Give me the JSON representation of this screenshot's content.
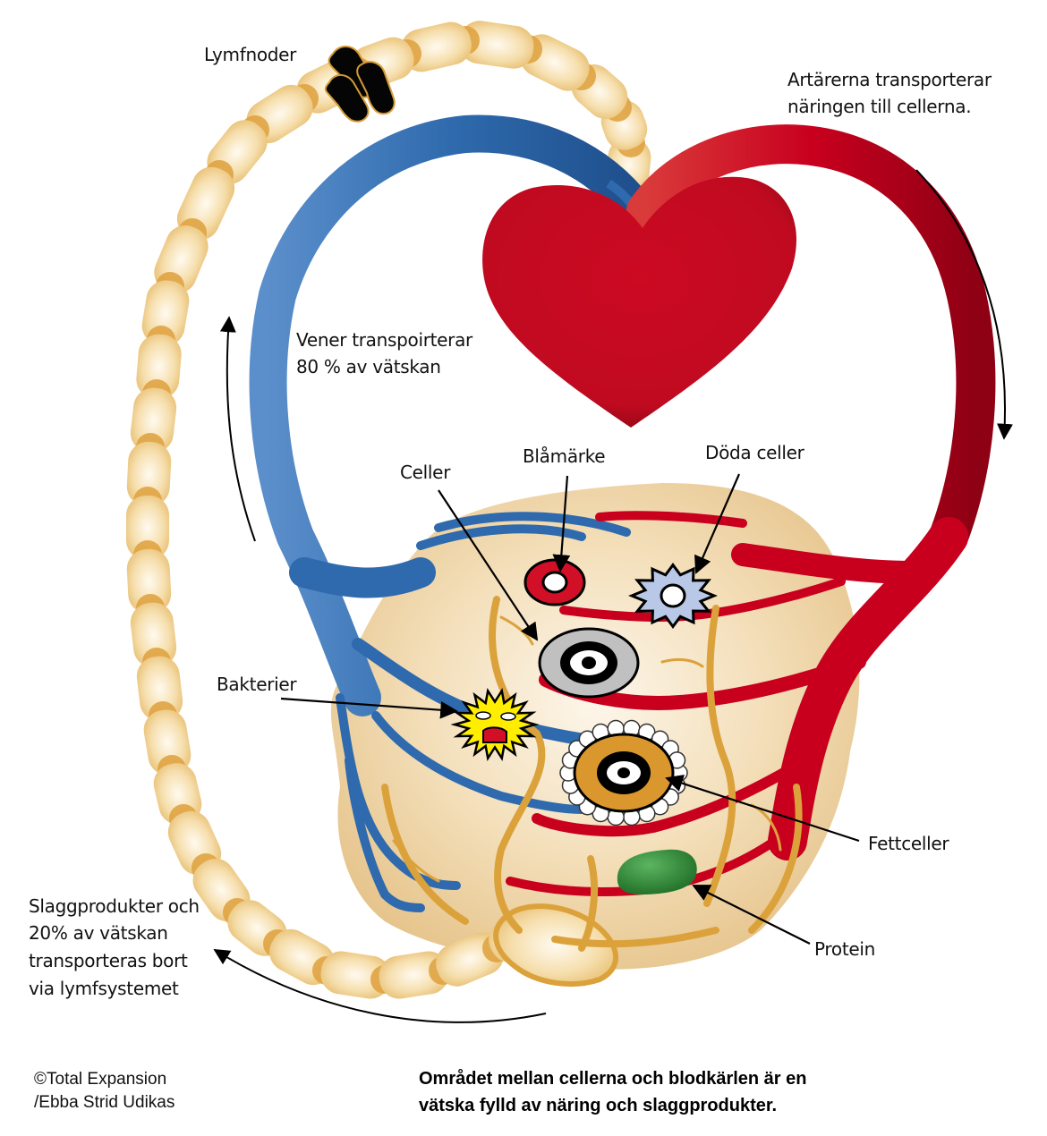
{
  "diagram": {
    "title": "Blood and lymph circulation through tissue",
    "colors": {
      "artery": "#c8001e",
      "vein": "#2e6aad",
      "lymph": "#f2d49a",
      "lymph_joint": "#dea03c",
      "tissue": "#e9c893",
      "heart": "#c40a20",
      "protein": "#2f8a35",
      "bacteria": "#ffee00",
      "fat_cell": "#d9972d",
      "dead_cell": "#b8c8e6",
      "bruise": "#d10f26"
    },
    "labels": {
      "lymph_nodes": "Lymfnoder",
      "arteries": [
        "Artärerna transporterar",
        "näringen till cellerna."
      ],
      "veins": [
        "Vener transpoirterar",
        "80 % av vätskan"
      ],
      "cells": "Celler",
      "bruise": "Blåmärke",
      "dead_cells": "Döda celler",
      "bacteria": "Bakterier",
      "fat_cells": "Fettceller",
      "protein": "Protein",
      "lymph_system": [
        "Slaggprodukter och",
        "20% av vätskan",
        "transporteras bort",
        "via lymfsystemet"
      ]
    },
    "credit": [
      "©Total Expansion",
      "/Ebba Strid Udikas"
    ],
    "caption": [
      "Området mellan cellerna och blodkärlen är en",
      "vätska fylld av näring och slaggprodukter."
    ]
  }
}
